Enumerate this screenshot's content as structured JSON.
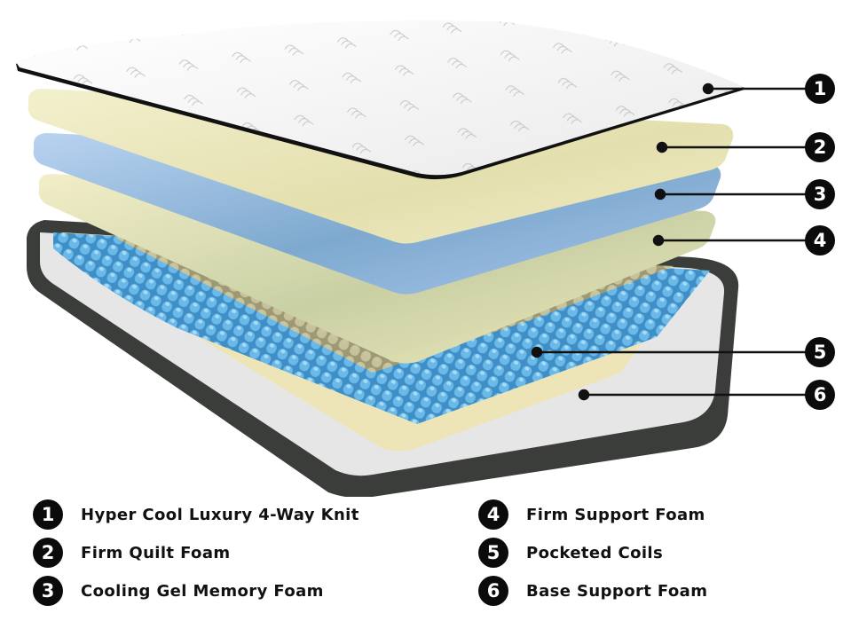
{
  "diagram": {
    "subject": "mattress-cross-section",
    "colors": {
      "knit_top": "#f4f4f4",
      "knit_edge": "#1a1a1a",
      "quilt_foam": "#eeeac0",
      "gel_foam": "#a9c6e8",
      "support_foam": "#ece6b4",
      "coils": "#5aaee0",
      "coils_tan": "#c9b98a",
      "base_foam": "#e4e4e4",
      "border": "#3b3d3a",
      "badge": "#0b0b0b"
    },
    "callouts": [
      {
        "number": "1",
        "label": "Hyper Cool Luxury 4-Way Knit"
      },
      {
        "number": "2",
        "label": "Firm Quilt Foam"
      },
      {
        "number": "3",
        "label": "Cooling Gel Memory Foam"
      },
      {
        "number": "4",
        "label": "Firm Support Foam"
      },
      {
        "number": "5",
        "label": "Pocketed Coils"
      },
      {
        "number": "6",
        "label": "Base Support Foam"
      }
    ]
  },
  "legend": {
    "items": [
      {
        "number": "1",
        "label": "Hyper Cool Luxury 4-Way Knit"
      },
      {
        "number": "2",
        "label": "Firm Quilt Foam"
      },
      {
        "number": "3",
        "label": "Cooling Gel Memory Foam"
      },
      {
        "number": "4",
        "label": "Firm Support Foam"
      },
      {
        "number": "5",
        "label": "Pocketed Coils"
      },
      {
        "number": "6",
        "label": "Base Support Foam"
      }
    ]
  }
}
